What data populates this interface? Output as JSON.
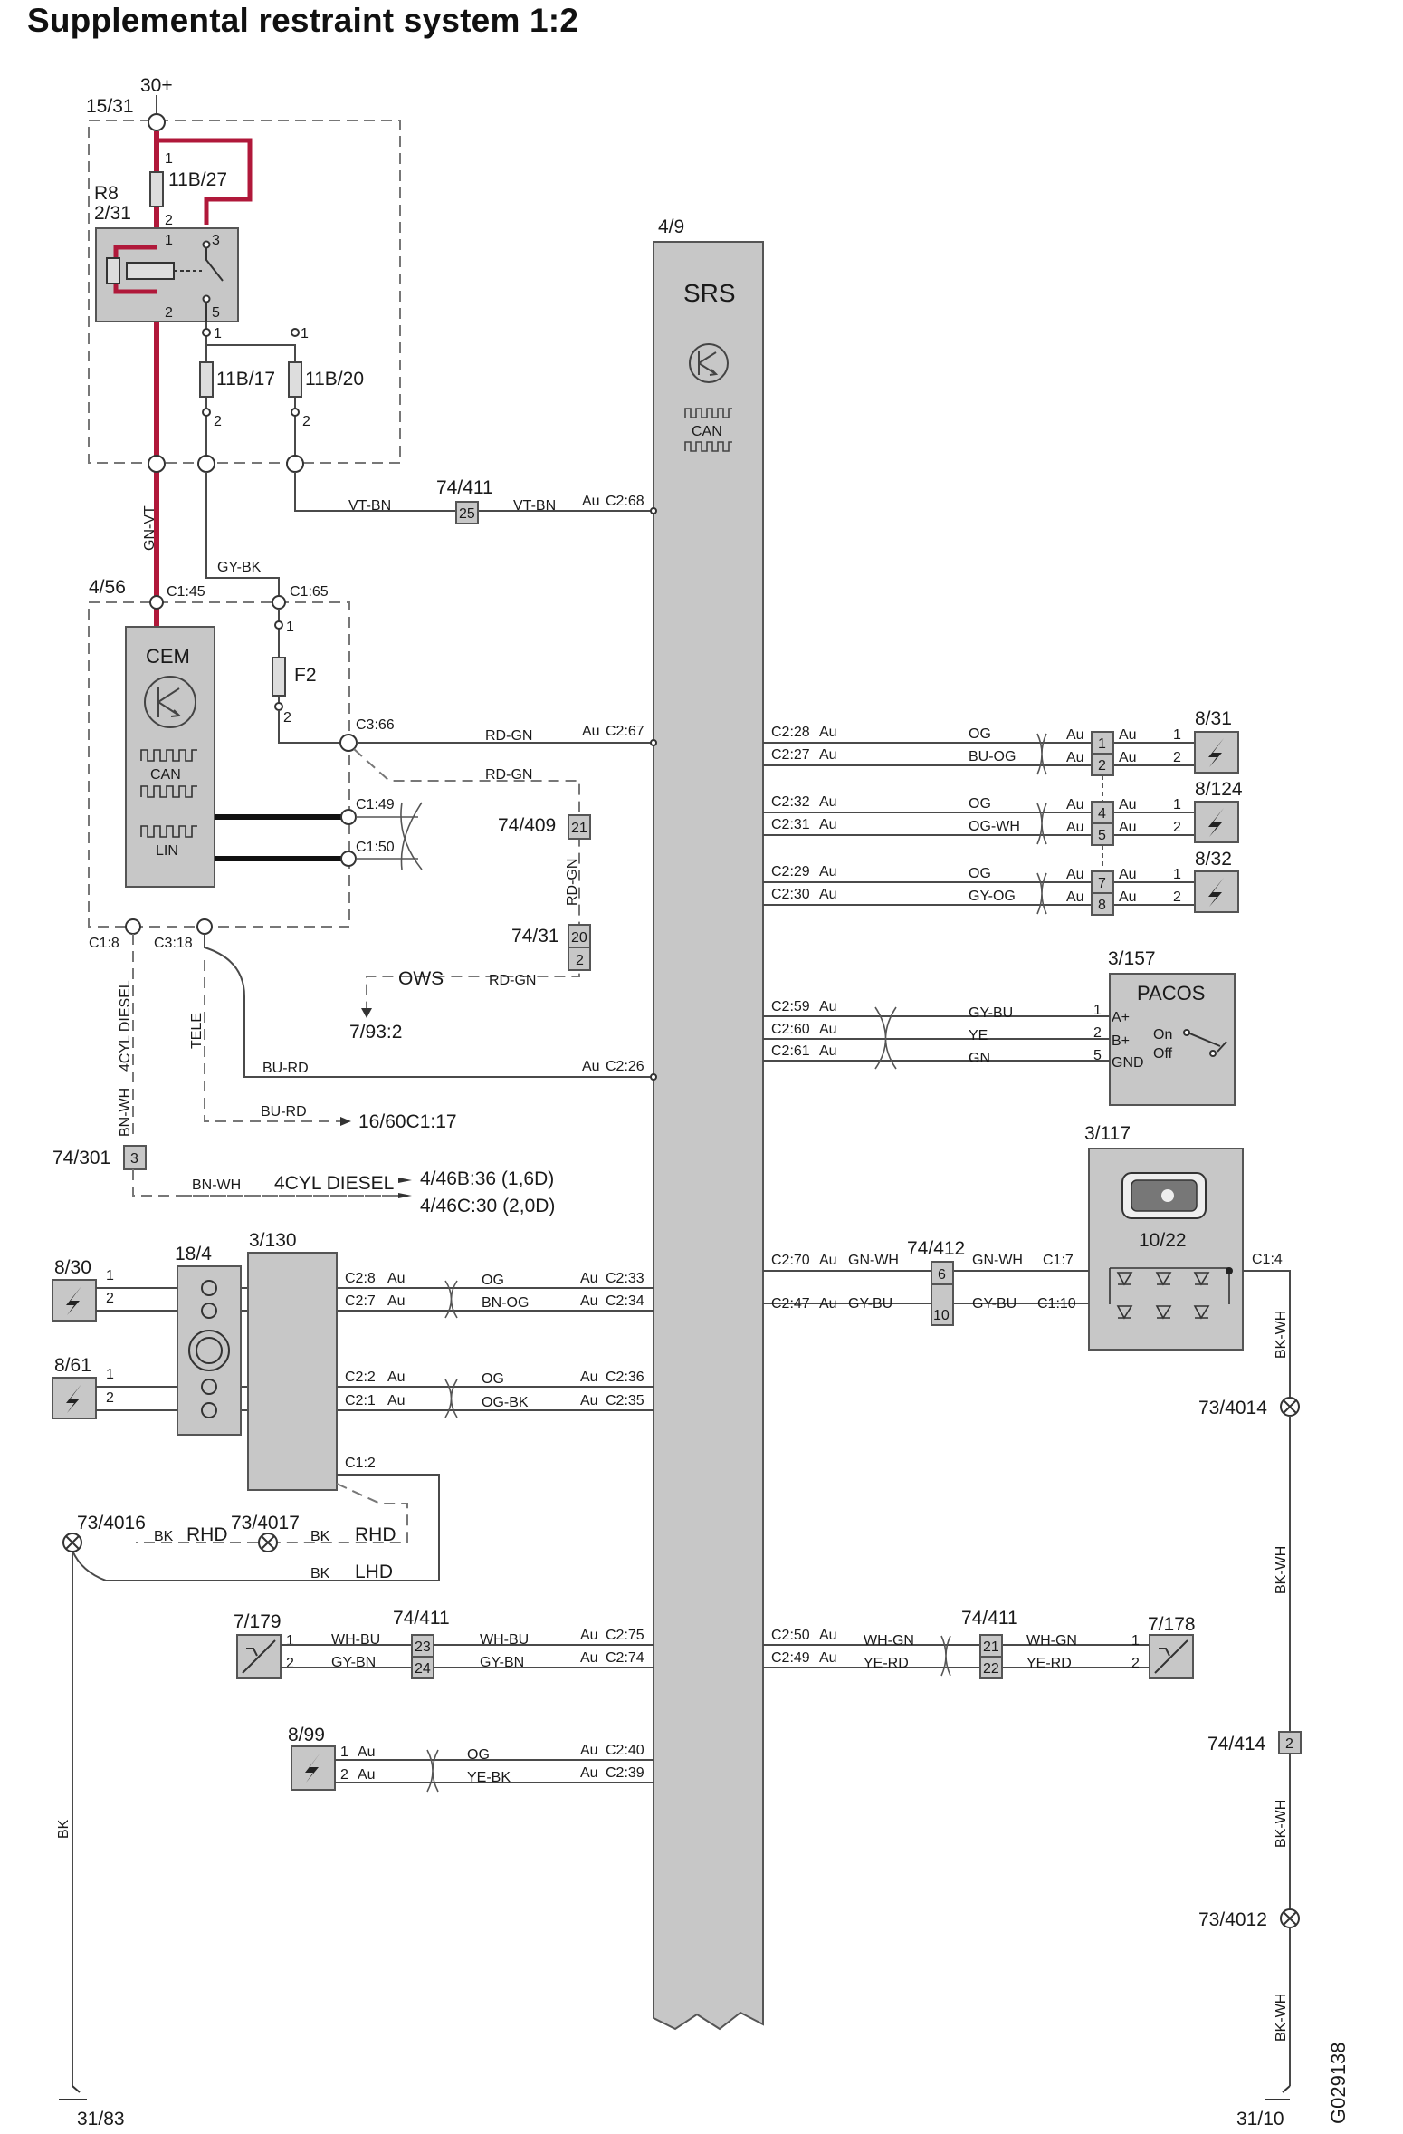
{
  "title": "Supplemental restraint system 1:2",
  "image_code": "G029138",
  "labels": {
    "supply_30": "30+",
    "supply_15": "15/31",
    "r8": "R8",
    "r8_loc": "2/31",
    "f11b27": "11B/27",
    "f11b17": "11B/17",
    "f11b20": "11B/20",
    "srs_loc": "4/9",
    "srs": "SRS",
    "can": "CAN",
    "cem_loc": "4/56",
    "cem": "CEM",
    "cem_can": "CAN",
    "cem_lin": "LIN",
    "f2": "F2",
    "c1_45": "C1:45",
    "c1_65": "C1:65",
    "c3_66": "C3:66",
    "c1_49": "C1:49",
    "c1_50": "C1:50",
    "c1_8": "C1:8",
    "c3_18": "C3:18",
    "c1_2": "C1:2",
    "gnvt": "GN-VT",
    "gybk": "GY-BK",
    "vtbn": "VT-BN",
    "rdgn": "RD-GN",
    "burd": "BU-RD",
    "bnwh": "BN-WH",
    "bk": "BK",
    "bkwh": "BK-WH",
    "c74_411": "74/411",
    "c74_409": "74/409",
    "c74_31": "74/31",
    "c74_301": "74/301",
    "c74_412": "74/412",
    "c74_414": "74/414",
    "p25": "25",
    "p21": "21",
    "p20": "20",
    "p2": "2",
    "p3": "3",
    "p6": "6",
    "p10": "10",
    "p23": "23",
    "p24": "24",
    "p22": "22",
    "ows": "OWS",
    "ref_7_93": "7/93:2",
    "tele": "TELE",
    "cyl_diesel": "4CYL DIESEL",
    "ref_16_60": "16/60C1:17",
    "ref_4_46b": "4/46B:36 (1,6D)",
    "ref_4_46c": "4/46C:30 (2,0D)",
    "c8_31": "8/31",
    "c8_124": "8/124",
    "c8_32": "8/32",
    "c3_157": "3/157",
    "pacos": "PACOS",
    "apos": "A+",
    "bpos": "B+",
    "gnd": "GND",
    "on": "On",
    "off": "Off",
    "c3_117": "3/117",
    "c10_22": "10/22",
    "c1_7": "C1:7",
    "c1_10": "C1:10",
    "c1_4": "C1:4",
    "c8_30": "8/30",
    "c18_4": "18/4",
    "c3_130": "3/130",
    "c8_61": "8/61",
    "g73_4016": "73/4016",
    "g73_4017": "73/4017",
    "g73_4014": "73/4014",
    "g73_4012": "73/4012",
    "rhd": "RHD",
    "lhd": "LHD",
    "c7_179": "7/179",
    "c7_178": "7/178",
    "c8_99": "8/99",
    "gnd_31_83": "31/83",
    "gnd_31_10": "31/10",
    "og": "OG",
    "buog": "BU-OG",
    "ogwh": "OG-WH",
    "gyog": "GY-OG",
    "gybu": "GY-BU",
    "ye": "YE",
    "gn": "GN",
    "gnwh": "GN-WH",
    "bnog": "BN-OG",
    "ogbk": "OG-BK",
    "whbu": "WH-BU",
    "gybn": "GY-BN",
    "whgn": "WH-GN",
    "yerd": "YE-RD",
    "yebk": "YE-BK",
    "au": "Au",
    "c2_68": "C2:68",
    "c2_67": "C2:67",
    "c2_26": "C2:26",
    "c2_33": "C2:33",
    "c2_34": "C2:34",
    "c2_36": "C2:36",
    "c2_35": "C2:35",
    "c2_75": "C2:75",
    "c2_74": "C2:74",
    "c2_40": "C2:40",
    "c2_39": "C2:39",
    "c2_28": "C2:28",
    "c2_27": "C2:27",
    "c2_32": "C2:32",
    "c2_31": "C2:31",
    "c2_29": "C2:29",
    "c2_30": "C2:30",
    "c2_59": "C2:59",
    "c2_60": "C2:60",
    "c2_61": "C2:61",
    "c2_70": "C2:70",
    "c2_47": "C2:47",
    "c2_50": "C2:50",
    "c2_49": "C2:49",
    "c2_8": "C2:8",
    "c2_7": "C2:7",
    "c2_2": "C2:2",
    "c2_1": "C2:1",
    "n1": "1",
    "n2": "2",
    "n3": "3",
    "n4": "4",
    "n5": "5",
    "n7": "7",
    "n8": "8"
  },
  "colors": {
    "power": "#b0183a",
    "module": "#c7c7c7",
    "wire": "#4a4a4a"
  }
}
